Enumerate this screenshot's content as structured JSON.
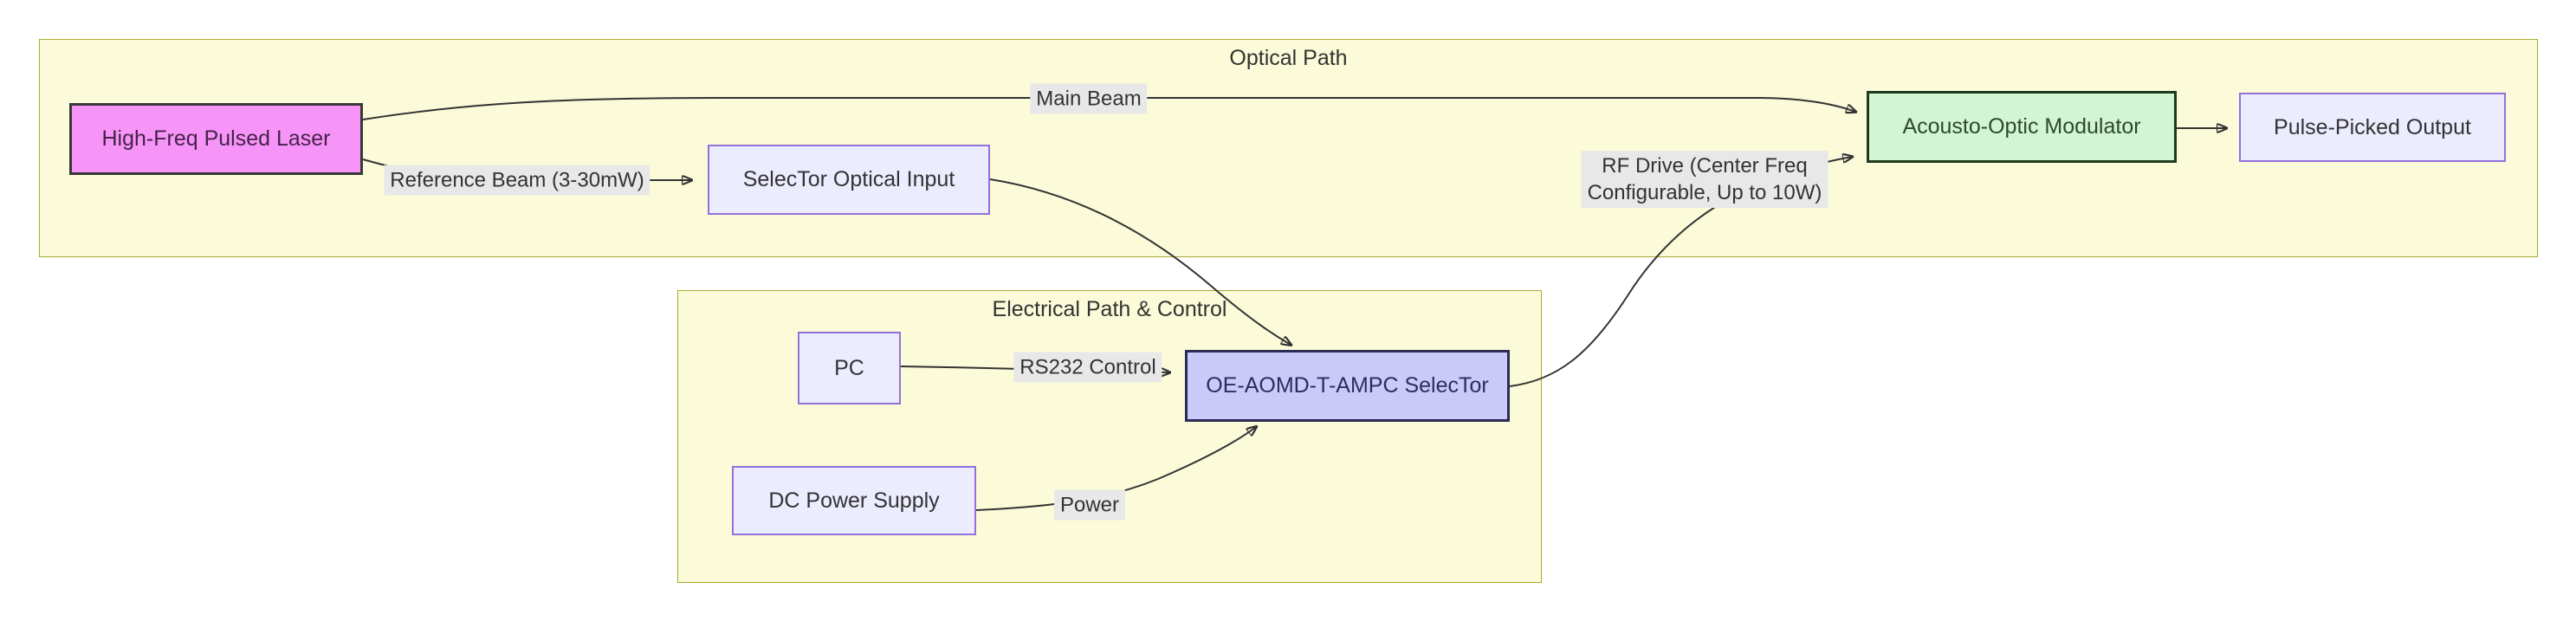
{
  "diagram": {
    "groups": [
      {
        "id": "optical",
        "title": "Optical Path"
      },
      {
        "id": "electrical",
        "title": "Electrical Path & Control"
      }
    ],
    "nodes": {
      "laser": {
        "label": "High-Freq Pulsed Laser"
      },
      "optical_input": {
        "label": "SelecTor Optical Input"
      },
      "aom": {
        "label": "Acousto-Optic Modulator"
      },
      "output": {
        "label": "Pulse-Picked Output"
      },
      "pc": {
        "label": "PC"
      },
      "selector": {
        "label": "OE-AOMD-T-AMPC SelecTor"
      },
      "dc": {
        "label": "DC Power Supply"
      }
    },
    "edges": [
      {
        "from": "laser",
        "to": "aom",
        "label": "Main Beam"
      },
      {
        "from": "laser",
        "to": "optical_input",
        "label": "Reference Beam (3-30mW)"
      },
      {
        "from": "optical_input",
        "to": "selector",
        "label": ""
      },
      {
        "from": "pc",
        "to": "selector",
        "label": "RS232 Control"
      },
      {
        "from": "dc",
        "to": "selector",
        "label": "Power"
      },
      {
        "from": "selector",
        "to": "aom",
        "label_lines": [
          "RF Drive (Center Freq",
          "Configurable, Up to 10W)"
        ]
      },
      {
        "from": "aom",
        "to": "output",
        "label": ""
      }
    ],
    "colors": {
      "canvas-bg": "#ffffff",
      "group-fill": "#fbfbd9",
      "group-border": "#aaaa33",
      "node-fill": "#ececff",
      "node-border": "#9370db",
      "laser-fill": "#f794f7",
      "aom-fill": "#d2f5d2",
      "selector-fill": "#cacaf8",
      "strong-border": "#383838",
      "aom-border": "#1e3a1e",
      "selector-border": "#2b2b55",
      "edge-color": "#333333",
      "label-bg": "#e8e8e8",
      "text-color": "#333333",
      "laser-text": "#45224a",
      "aom-text": "#2d4a2d",
      "selector-text": "#2c2c62"
    }
  }
}
